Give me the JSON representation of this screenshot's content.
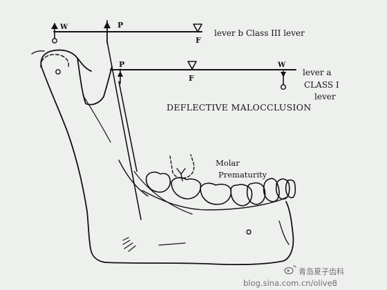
{
  "lever_top": {
    "w_label": "W",
    "p_label": "P",
    "f_label": "F",
    "caption": "lever b Class  III lever"
  },
  "lever_mid": {
    "p_label": "P",
    "f_label": "F",
    "w_label": "W",
    "caption_line1": "lever a",
    "caption_line2": "CLASS I",
    "caption_line3": "lever"
  },
  "title": "DEFLECTIVE MALOCCLUSION",
  "molar_label": {
    "line1": "Molar",
    "line2": "Prematurity"
  },
  "watermark": {
    "brand": "青岛夏子齿科",
    "url": "blog.sina.com.cn/olive8"
  }
}
